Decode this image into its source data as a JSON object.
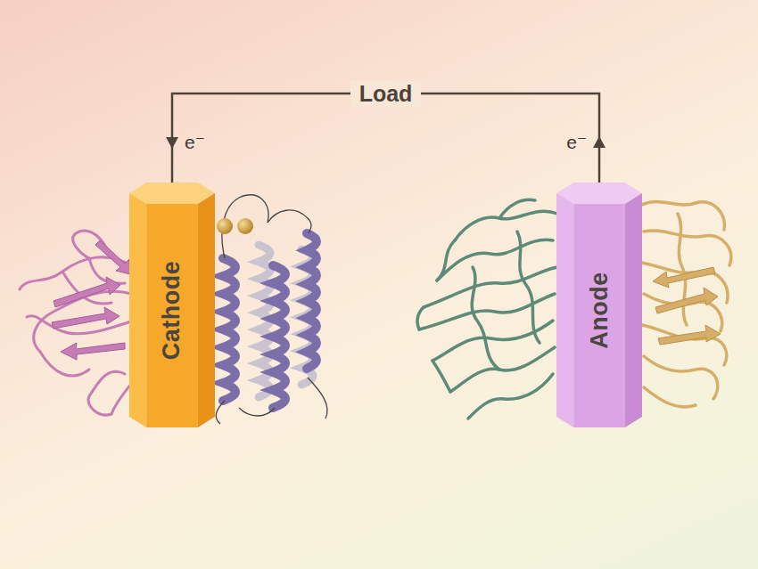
{
  "diagram": {
    "nodes": [
      {
        "text": [
          "Cathode"
        ]
      },
      {
        "text": [
          "Anode"
        ]
      }
    ],
    "edges": [
      {
        "from": 1,
        "to": 0,
        "arrow": "to",
        "label": "Load"
      }
    ],
    "labels": [
      "e⁻",
      "e⁻"
    ]
  }
}
